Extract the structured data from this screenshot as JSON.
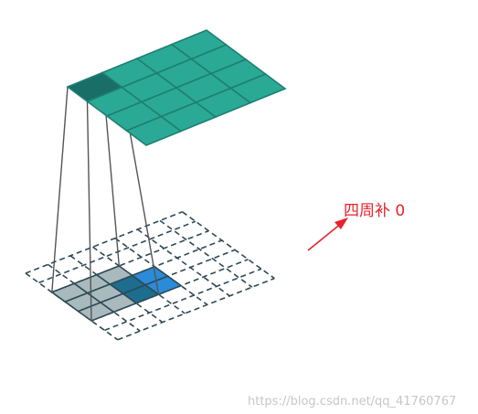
{
  "annotation": {
    "text": "四周补 0",
    "color": "#e8222b"
  },
  "watermark": {
    "text": "https://blog.csdn.net/qq_41760767",
    "color": "#c7c7c7"
  },
  "colors": {
    "output_fill": "#2aa996",
    "output_highlight": "#1a6e6a",
    "output_grid_line": "#1e7f70",
    "input_fill": "#a8babe",
    "input_grid_line": "#2f4a55",
    "input_overlap_fill": "#1d6d8e",
    "input_blue_fill": "#2a8bd8",
    "padding_dash": "#2f4a55",
    "projection_line": "#555555"
  },
  "grids": {
    "output_cells": 4,
    "padded_cells": 7,
    "kernel_cells": 3,
    "kernel_origin": [
      0,
      2
    ]
  }
}
